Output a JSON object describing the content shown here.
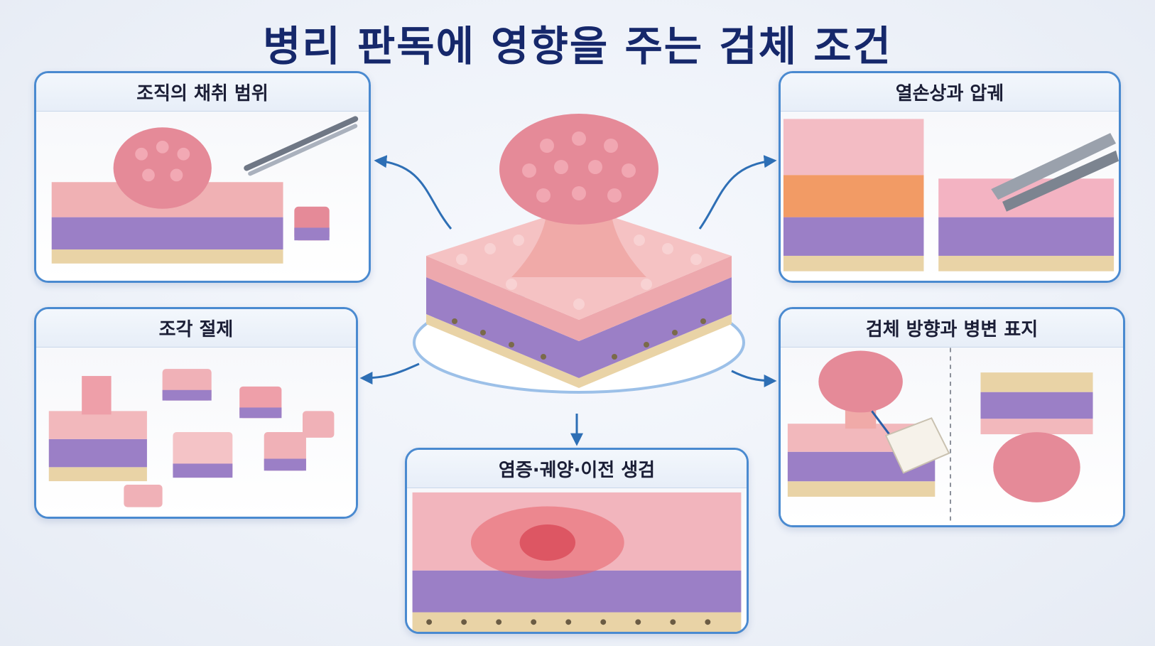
{
  "title": "병리 판독에 영향을 주는 검체 조건",
  "panels": {
    "tissue_range": {
      "label": "조직의 채취 범위"
    },
    "thermal_crush": {
      "label": "열손상과 압궤"
    },
    "fragment_cut": {
      "label": "조각 절제"
    },
    "orientation_label": {
      "label": "검체 방향과 병변 표지"
    },
    "inflammation": {
      "label": "염증·궤양·이전 생검"
    }
  },
  "colors": {
    "panel_border": "#4a8ad0",
    "arrow": "#2e6fb5",
    "title": "#16286b",
    "pink_top": "#f2b6b8",
    "mushroom_pink": "#e58a98",
    "purple_layer": "#9b7fc6",
    "beige_base": "#e9d3a6",
    "burn_orange": "#f08a4a",
    "ulcer_red": "#e8606a"
  },
  "icons": {
    "forceps": "forceps-icon",
    "tag": "label-tag-icon"
  }
}
